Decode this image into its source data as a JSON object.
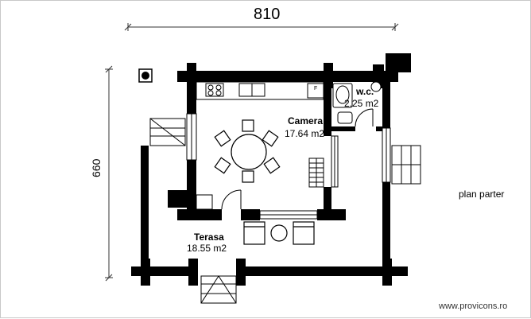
{
  "plan": {
    "width_dimension": "810",
    "height_dimension": "660",
    "caption": "plan parter",
    "rooms": [
      {
        "name": "Camera",
        "area": "17.64 m2"
      },
      {
        "name": "w.c.",
        "area": "2.25 m2"
      },
      {
        "name": "Terasa",
        "area": "18.55 m2"
      }
    ],
    "fridge_mark": "F"
  },
  "footer": {
    "watermark": "www.provicons.ro"
  },
  "colors": {
    "wall": "#000000",
    "line": "#333333",
    "background": "#ffffff"
  }
}
